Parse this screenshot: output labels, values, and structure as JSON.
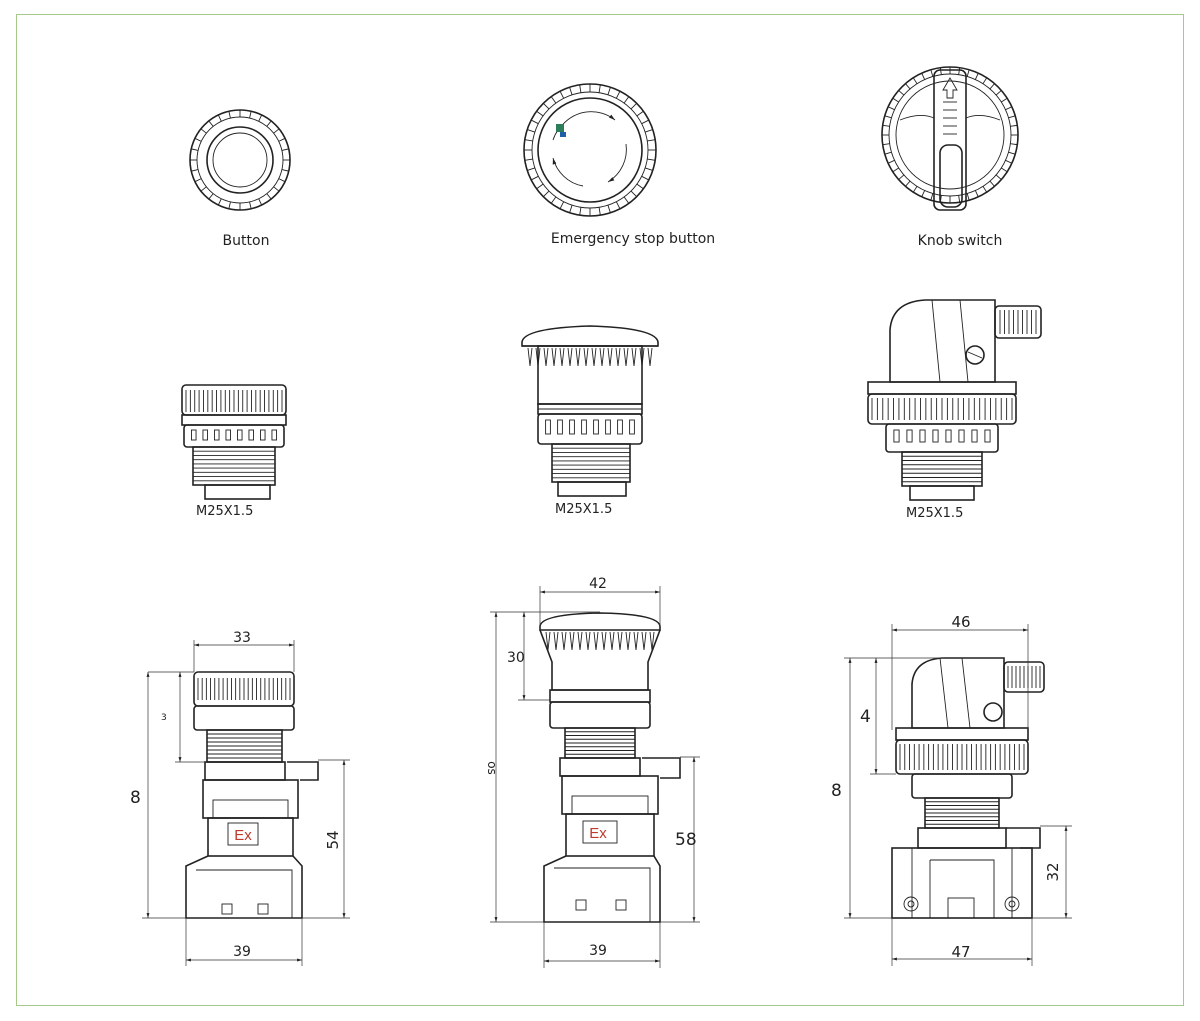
{
  "labels": {
    "button": "Button",
    "estop": "Emergency stop button",
    "knob": "Knob switch"
  },
  "threads": {
    "button": "M25X1.5",
    "estop": "M25X1.5",
    "knob": "M25X1.5"
  },
  "ex_mark": "Ex",
  "dimensions": {
    "button": {
      "top_width": "33",
      "left_small": "3",
      "total_height": "8",
      "base_height": "54",
      "base_width": "39"
    },
    "estop": {
      "top_width": "42",
      "cap_height": "30",
      "total_height": "os",
      "base_height": "58",
      "base_width": "39"
    },
    "knob": {
      "top_width": "46",
      "upper_height": "4",
      "total_height": "8",
      "base_height": "32",
      "base_width": "47"
    }
  },
  "colors": {
    "border": "#a6c98a",
    "line": "#222222",
    "ex_red": "#c0392b"
  }
}
